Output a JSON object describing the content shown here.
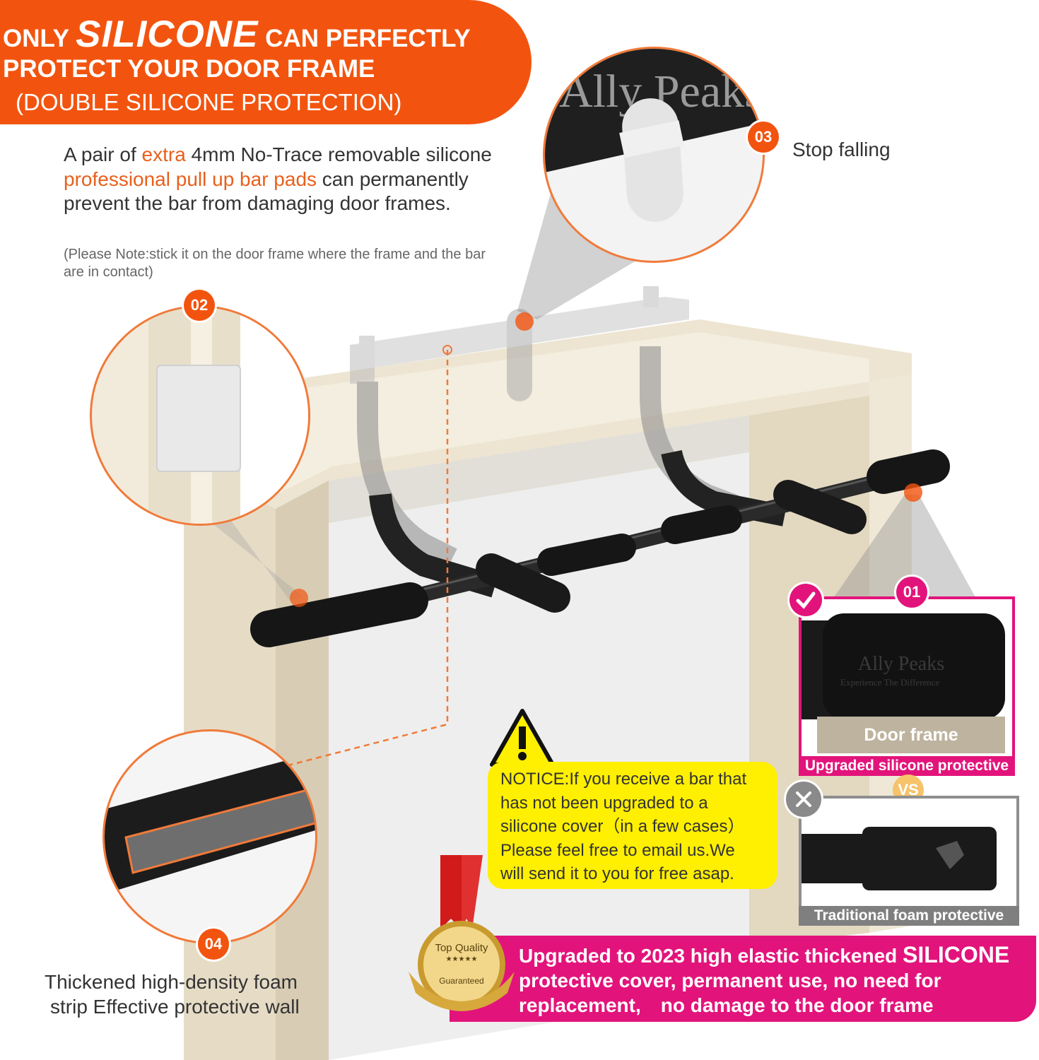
{
  "header": {
    "line1_prefix": "ONLY",
    "line1_emphasis": "SILICONE",
    "line1_suffix": "CAN PERFECTLY",
    "line2": "PROTECT YOUR DOOR FRAME",
    "line3": "(DOUBLE SILICONE PROTECTION)"
  },
  "intro": {
    "t1": "A pair of",
    "h1": "extra",
    "t2": "4mm No-Trace removable silicone",
    "h2": "professional pull up bar pads",
    "t3": "can permanently prevent the bar from damaging door frames.",
    "note": "(Please Note:stick it on the door frame where the frame and the bar are in contact)"
  },
  "callouts": {
    "c01": {
      "number": "01"
    },
    "c02": {
      "number": "02"
    },
    "c03": {
      "number": "03",
      "label": "Stop falling"
    },
    "c04": {
      "number": "04",
      "label_line1": "Thickened high-density foam",
      "label_line2": "strip Effective protective wall"
    }
  },
  "product": {
    "brand_print": "Ally Peaks",
    "tagline_print": "Experience The Difference",
    "door_frame_label": "Door frame",
    "upgraded_label": "Upgraded silicone protective",
    "vs_label": "VS",
    "traditional_label": "Traditional foam protective"
  },
  "notice": {
    "l1": "NOTICE:If you receive a bar that",
    "l2": "has not been upgraded to a",
    "l3": "silicone cover（in a few cases）",
    "l4": "Please feel free to email us.We",
    "l5": "will send it to you for free asap."
  },
  "seal": {
    "line1": "Top Quality",
    "stars": "★★★★★",
    "line2": "Guaranteed"
  },
  "bottom_banner": {
    "l1_prefix": "Upgraded to 2023 high elastic thickened",
    "l1_emphasis": "SILICONE",
    "l2": "protective cover, permanent use, no need for",
    "l3": "replacement,　no damage to the door frame"
  },
  "colors": {
    "accent_orange": "#f2540f",
    "accent_pink": "#e2147b",
    "notice_yellow": "#ffef00"
  },
  "icons": [
    "check-icon",
    "close-icon",
    "warning-icon",
    "award-seal-icon"
  ]
}
